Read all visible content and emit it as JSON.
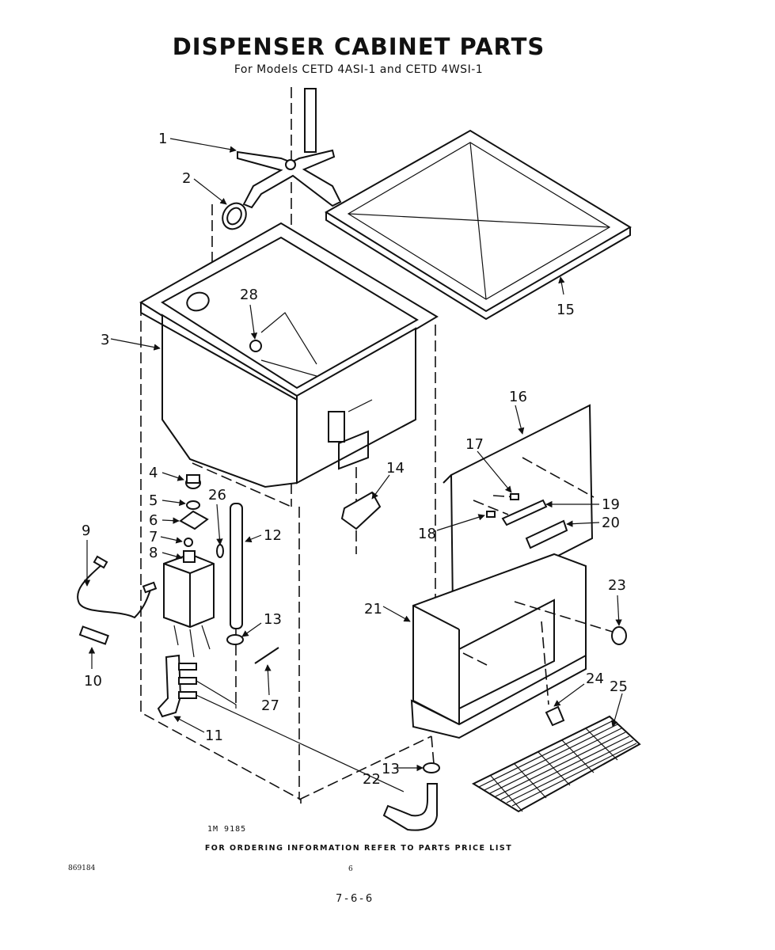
{
  "title": "DISPENSER CABINET PARTS",
  "subtitle": "For Models CETD 4ASI-1 and CETD 4WSI-1",
  "callouts": {
    "c1": "1",
    "c2": "2",
    "c3": "3",
    "c4": "4",
    "c5": "5",
    "c6": "6",
    "c7": "7",
    "c8": "8",
    "c9": "9",
    "c10": "10",
    "c11": "11",
    "c12": "12",
    "c13a": "13",
    "c13b": "13",
    "c14": "14",
    "c15": "15",
    "c16": "16",
    "c17": "17",
    "c18": "18",
    "c19": "19",
    "c20": "20",
    "c21": "21",
    "c22": "22",
    "c23": "23",
    "c24": "24",
    "c25": "25",
    "c26": "26",
    "c27": "27",
    "c28": "28"
  },
  "figure_number": "1M 9185",
  "footer_note": "FOR ORDERING INFORMATION REFER TO PARTS PRICE LIST",
  "document_number": "869184",
  "page_number": "6",
  "sheet_number": "7-6-6"
}
